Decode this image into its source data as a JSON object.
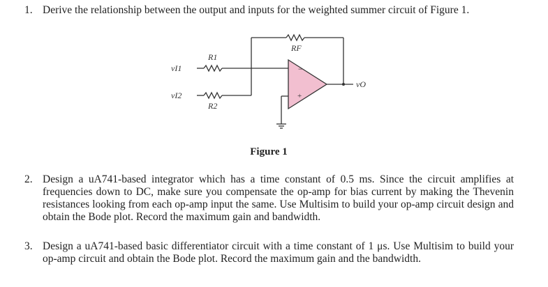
{
  "questions": [
    {
      "number": "1.",
      "text": "Derive the relationship between the output and inputs for the weighted summer circuit of Figure 1."
    },
    {
      "number": "2.",
      "text": "Design a uA741-based integrator which has a time constant of 0.5 ms. Since the circuit amplifies at frequencies down to DC, make sure you compensate the op-amp for bias current by making the Thevenin resistances looking from each op-amp input the same. Use Multisim to build your op-amp circuit design and obtain the Bode plot. Record the maximum gain and bandwidth."
    },
    {
      "number": "3.",
      "text": "Design a uA741-based basic differentiator circuit with a time constant of 1 μs. Use Multisim to build your op-amp circuit and obtain the Bode plot. Record the maximum gain and the bandwidth."
    }
  ],
  "figure": {
    "caption": "Figure 1",
    "labels": {
      "rf": "RF",
      "r1": "R1",
      "r2": "R2",
      "vi1": "vI1",
      "vi2": "vI2",
      "vo": "vO",
      "minus": "−",
      "plus": "+"
    },
    "opamp_color": "#f2bfd0"
  }
}
